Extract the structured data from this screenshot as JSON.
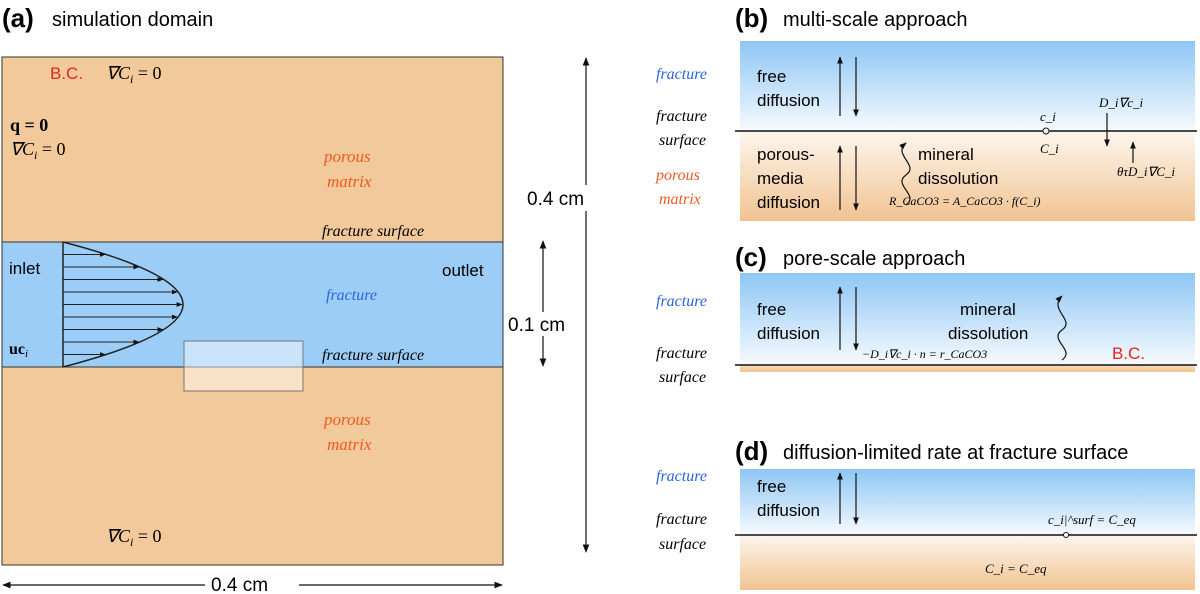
{
  "panels": {
    "a": {
      "tag": "(a)",
      "title": "simulation domain",
      "bc_label": "B.C.",
      "bc_top_eq": "∇C",
      "bc_top_sub": "i",
      "bc_top_rhs": " = 0",
      "left_bc_q": "q = 0",
      "left_bc_grad": "∇C",
      "left_bc_grad_sub": "i",
      "left_bc_grad_rhs": " = 0",
      "porous_top_1": "porous",
      "porous_top_2": "matrix",
      "fracture_surface_top": "fracture surface",
      "inlet": "inlet",
      "outlet": "outlet",
      "fracture": "fracture",
      "inlet_flux": "uc",
      "inlet_flux_sub": "i",
      "fracture_surface_bottom": "fracture surface",
      "porous_bottom_1": "porous",
      "porous_bottom_2": "matrix",
      "bc_bottom_eq": "∇C",
      "bc_bottom_sub": "i",
      "bc_bottom_rhs": " = 0",
      "dim_height": "0.4 cm",
      "dim_fracture": "0.1 cm",
      "dim_width": "0.4 cm"
    },
    "b": {
      "tag": "(b)",
      "title": "multi-scale approach",
      "fracture": "fracture",
      "fracture_surface_1": "fracture",
      "fracture_surface_2": "surface",
      "porous_1": "porous",
      "porous_2": "matrix",
      "free_diff_1": "free",
      "free_diff_2": "diffusion",
      "pm_diff_1": "porous-",
      "pm_diff_2": "media",
      "pm_diff_3": "diffusion",
      "mineral_1": "mineral",
      "mineral_2": "dissolution",
      "rate_eq": "R_CaCO3 = A_CaCO3 · f(C_i)",
      "ci_lower": "c_i",
      "ci_upper": "C_i",
      "flux_top": "D_i∇c_i",
      "flux_bottom": "θτD_i∇C_i"
    },
    "c": {
      "tag": "(c)",
      "title": "pore-scale approach",
      "fracture": "fracture",
      "fracture_surface_1": "fracture",
      "fracture_surface_2": "surface",
      "free_diff_1": "free",
      "free_diff_2": "diffusion",
      "mineral_1": "mineral",
      "mineral_2": "dissolution",
      "bc_eq": "−D_i∇c_i · n = r_CaCO3",
      "bc_label": "B.C."
    },
    "d": {
      "tag": "(d)",
      "title": "diffusion-limited rate at fracture surface",
      "fracture": "fracture",
      "fracture_surface_1": "fracture",
      "fracture_surface_2": "surface",
      "free_diff_1": "free",
      "free_diff_2": "diffusion",
      "surf_eq": "c_i|^surf = C_eq",
      "matrix_eq": "C_i = C_eq"
    }
  },
  "colors": {
    "matrix": "#f2c99a",
    "fracture": "#9ccdf6",
    "fracture_light": "#eef6fd",
    "bc_red": "#e4251c",
    "fracture_blue": "#2a63e0",
    "porous_orange": "#ef5a23"
  }
}
